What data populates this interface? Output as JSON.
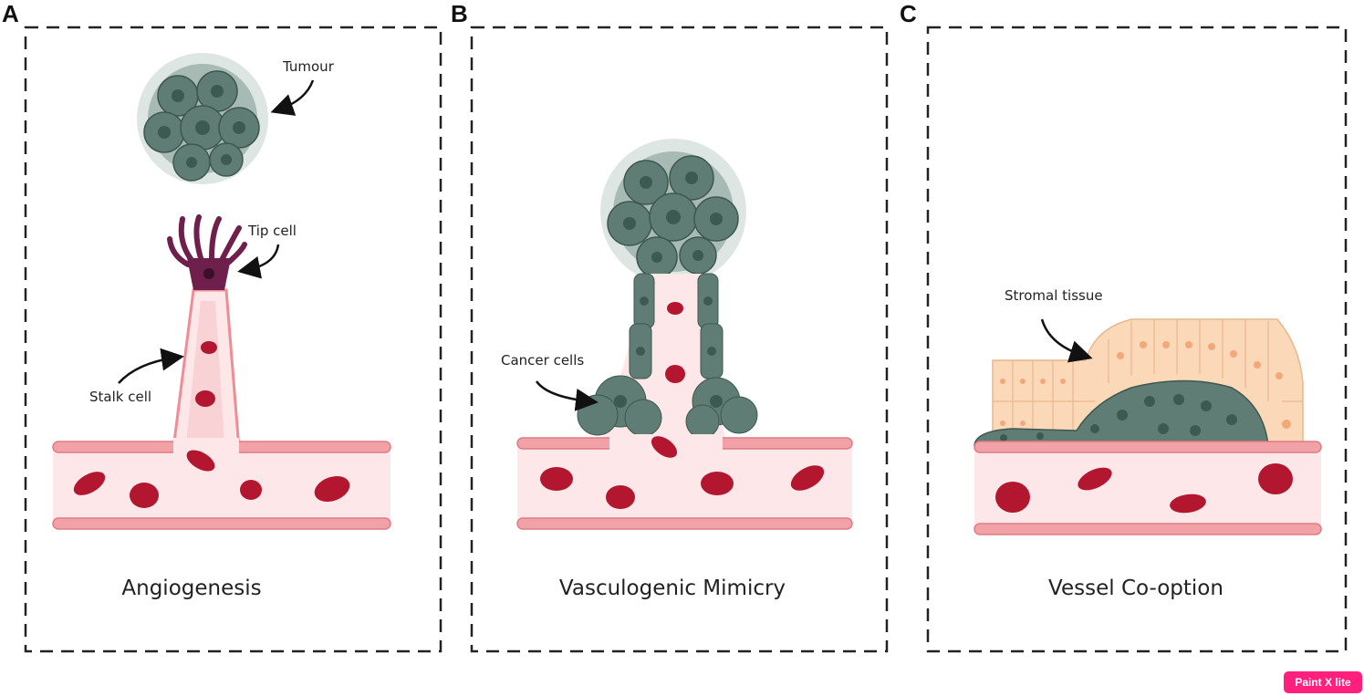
{
  "panels": [
    {
      "letter": "A",
      "title": "Angiogenesis",
      "labels": {
        "tumour": "Tumour",
        "tip_cell": "Tip cell",
        "stalk_cell": "Stalk cell"
      }
    },
    {
      "letter": "B",
      "title": "Vasculogenic Mimicry",
      "labels": {
        "cancer_cells": "Cancer cells"
      }
    },
    {
      "letter": "C",
      "title": "Vessel Co-option",
      "labels": {
        "stromal_tissue": "Stromal tissue"
      }
    }
  ],
  "watermark": "Paint X lite",
  "colors": {
    "tumour": "#5f7d74",
    "tumour_halo": "#c9d6d2",
    "vessel_wall": "#f2a1a6",
    "vessel_lumen": "#fde7e8",
    "rbc": "#b3172f",
    "tip_cell": "#6e1f4c",
    "stroma": "#fad8b8"
  }
}
